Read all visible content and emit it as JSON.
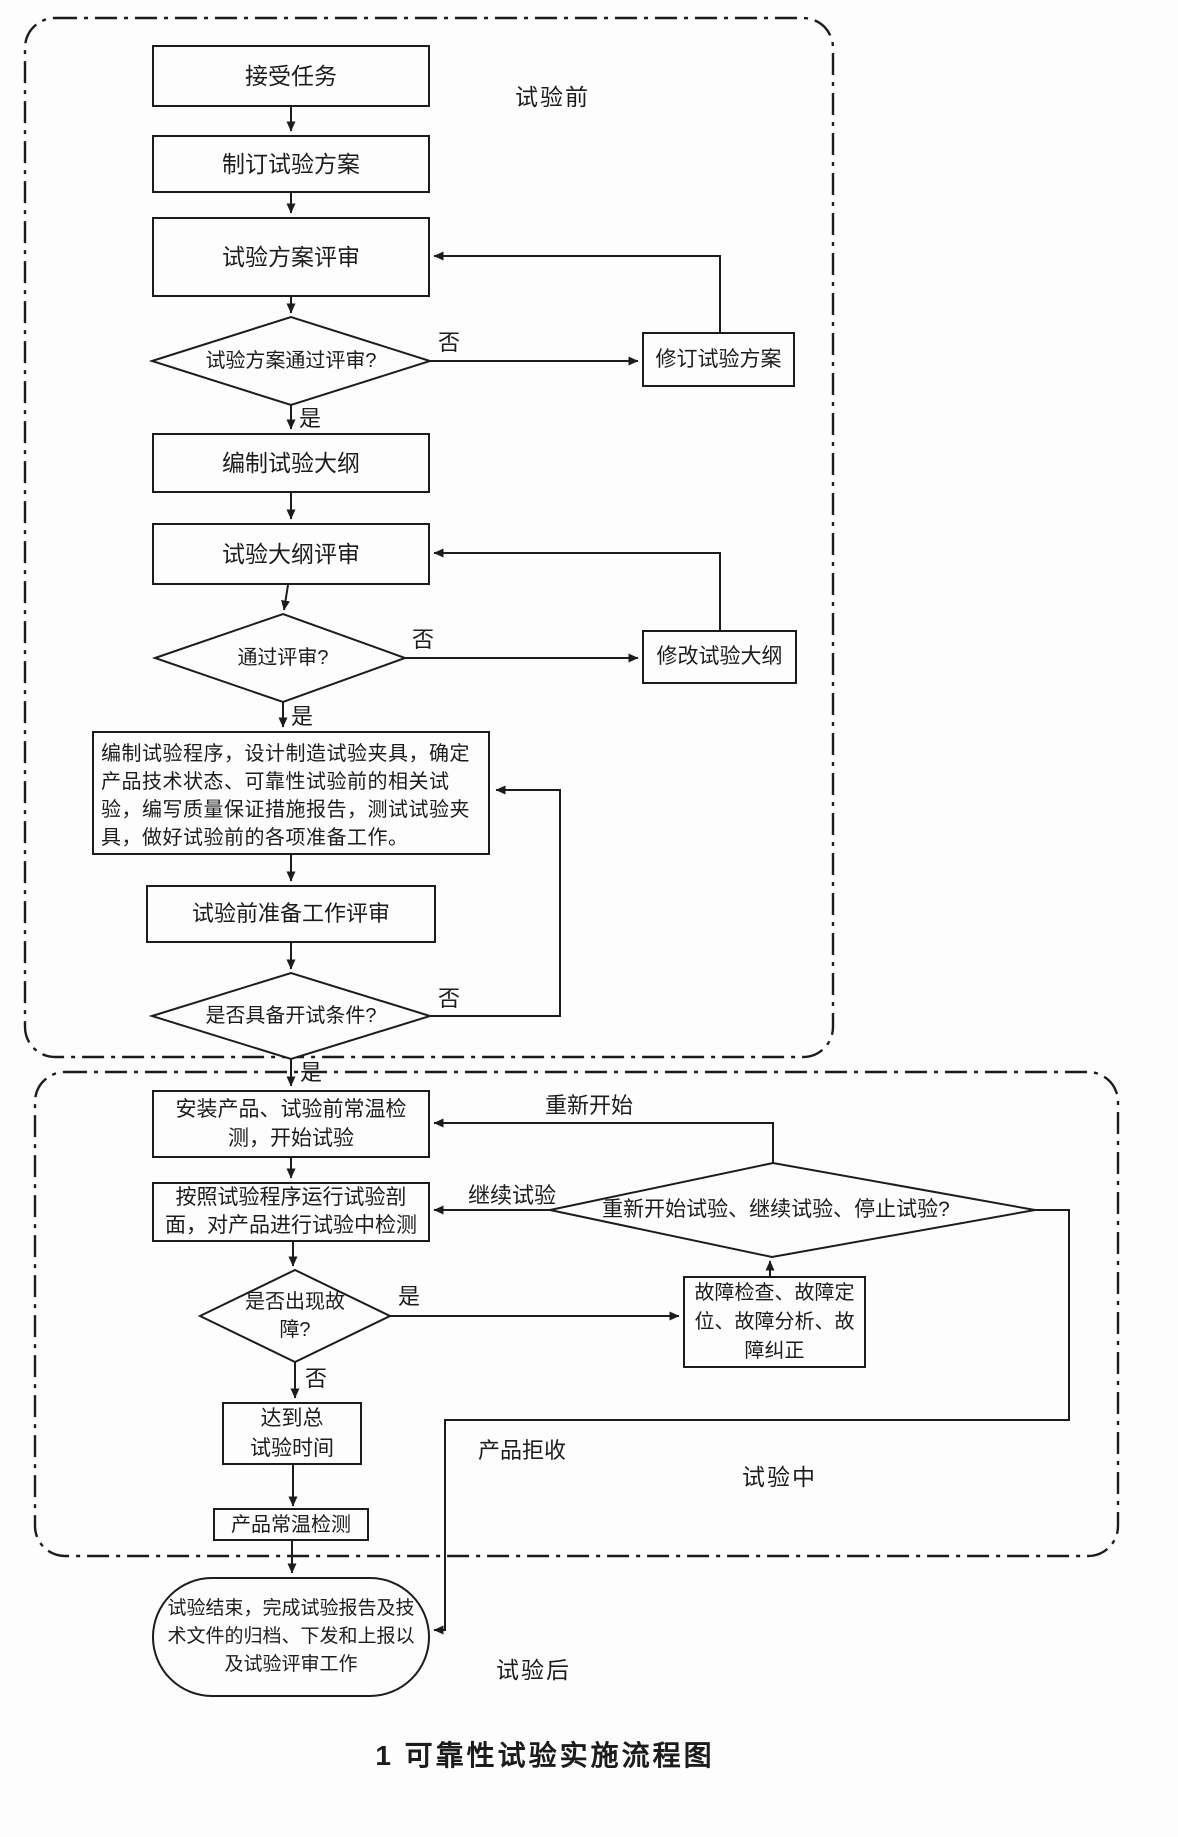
{
  "page": {
    "caption": "1  可靠性试验实施流程图",
    "ink_color": "#1c1c1c",
    "paper_color": "#fdfdfd"
  },
  "sections": {
    "before_label": "试验前",
    "during_label": "试验中",
    "after_label": "试验后"
  },
  "nodes": {
    "accept_task": "接受任务",
    "formulate_plan": "制订试验方案",
    "plan_review": "试验方案评审",
    "plan_approved_q": "试验方案通过评审?",
    "revise_plan": "修订试验方案",
    "compile_outline": "编制试验大纲",
    "outline_review": "试验大纲评审",
    "outline_approved_q": "通过评审?",
    "modify_outline": "修改试验大纲",
    "preparation": "编制试验程序，设计制造试验夹具，确定产品技术状态、可靠性试验前的相关试验，编写质量保证措施报告，测试试验夹具，做好试验前的各项准备工作。",
    "prep_review": "试验前准备工作评审",
    "ready_q": "是否具备开试条件?",
    "install_start": "安装产品、试验前常温检测，开始试验",
    "run_profile": "按照试验程序运行试验剖面，对产品进行试验中检测",
    "fault_q": "是否出现故障?",
    "decision_q": "重新开始试验、继续试验、停止试验?",
    "fault_handling": "故障检查、故障定位、故障分析、故障纠正",
    "total_time_lines": [
      "达到总",
      "试验时间"
    ],
    "ambient_check": "产品常温检测",
    "finish": "试验结束，完成试验报告及技术文件的归档、下发和上报以及试验评审工作"
  },
  "edge_labels": {
    "yes": "是",
    "no": "否",
    "restart": "重新开始",
    "continue_test": "继续试验",
    "product_reject": "产品拒收"
  }
}
